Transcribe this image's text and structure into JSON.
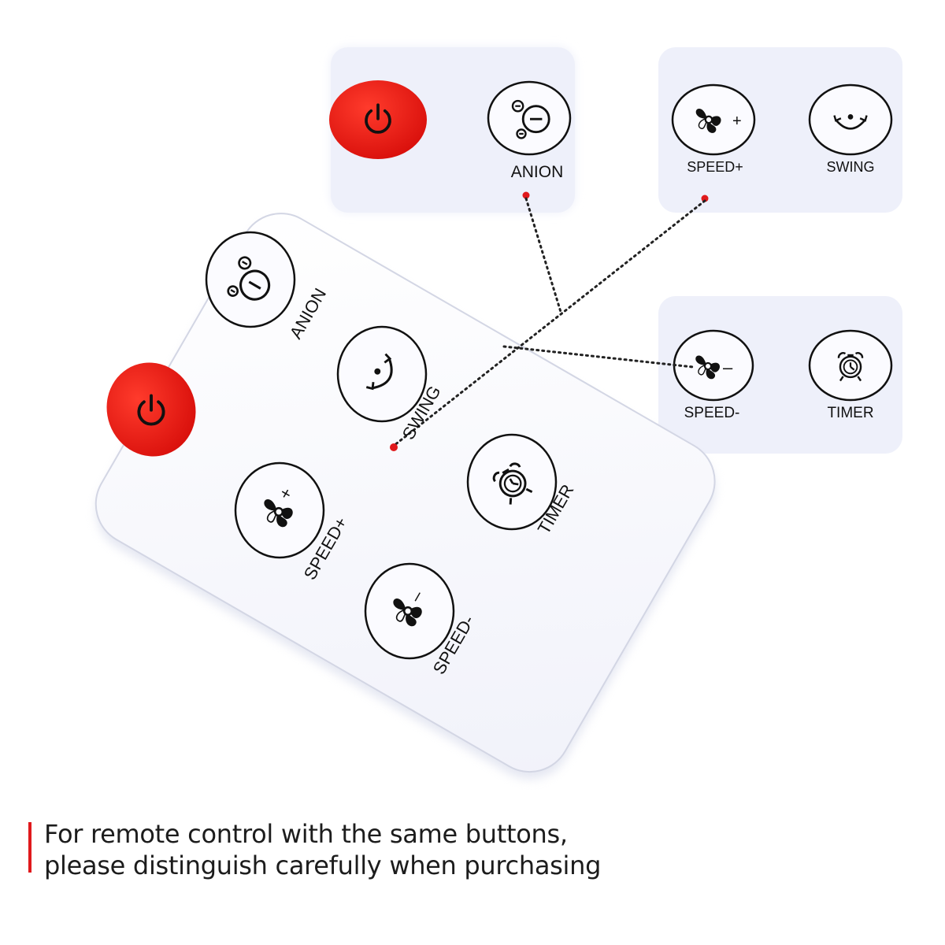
{
  "remote": {
    "anion_label": "ANION",
    "swing_label": "SWING",
    "speed_up_label": "SPEED+",
    "timer_label": "TIMER",
    "speed_down_label": "SPEED-"
  },
  "insets": {
    "top_left": {
      "anion_label": "ANION"
    },
    "top_right": {
      "speed_up_label": "SPEED+",
      "swing_label": "SWING"
    },
    "middle_right": {
      "speed_down_label": "SPEED-",
      "timer_label": "TIMER"
    }
  },
  "caption": {
    "line1": "For remote control with the same buttons,",
    "line2": "please distinguish carefully when purchasing"
  },
  "colors": {
    "power_button": "#e8130f",
    "caption_accent": "#e0191c",
    "leader_dot": "#e0191c",
    "inset_background": "#eef0fa"
  },
  "icons": [
    "power-icon",
    "anion-icon",
    "swing-icon",
    "fan-plus-icon",
    "fan-minus-icon",
    "alarm-clock-icon"
  ]
}
